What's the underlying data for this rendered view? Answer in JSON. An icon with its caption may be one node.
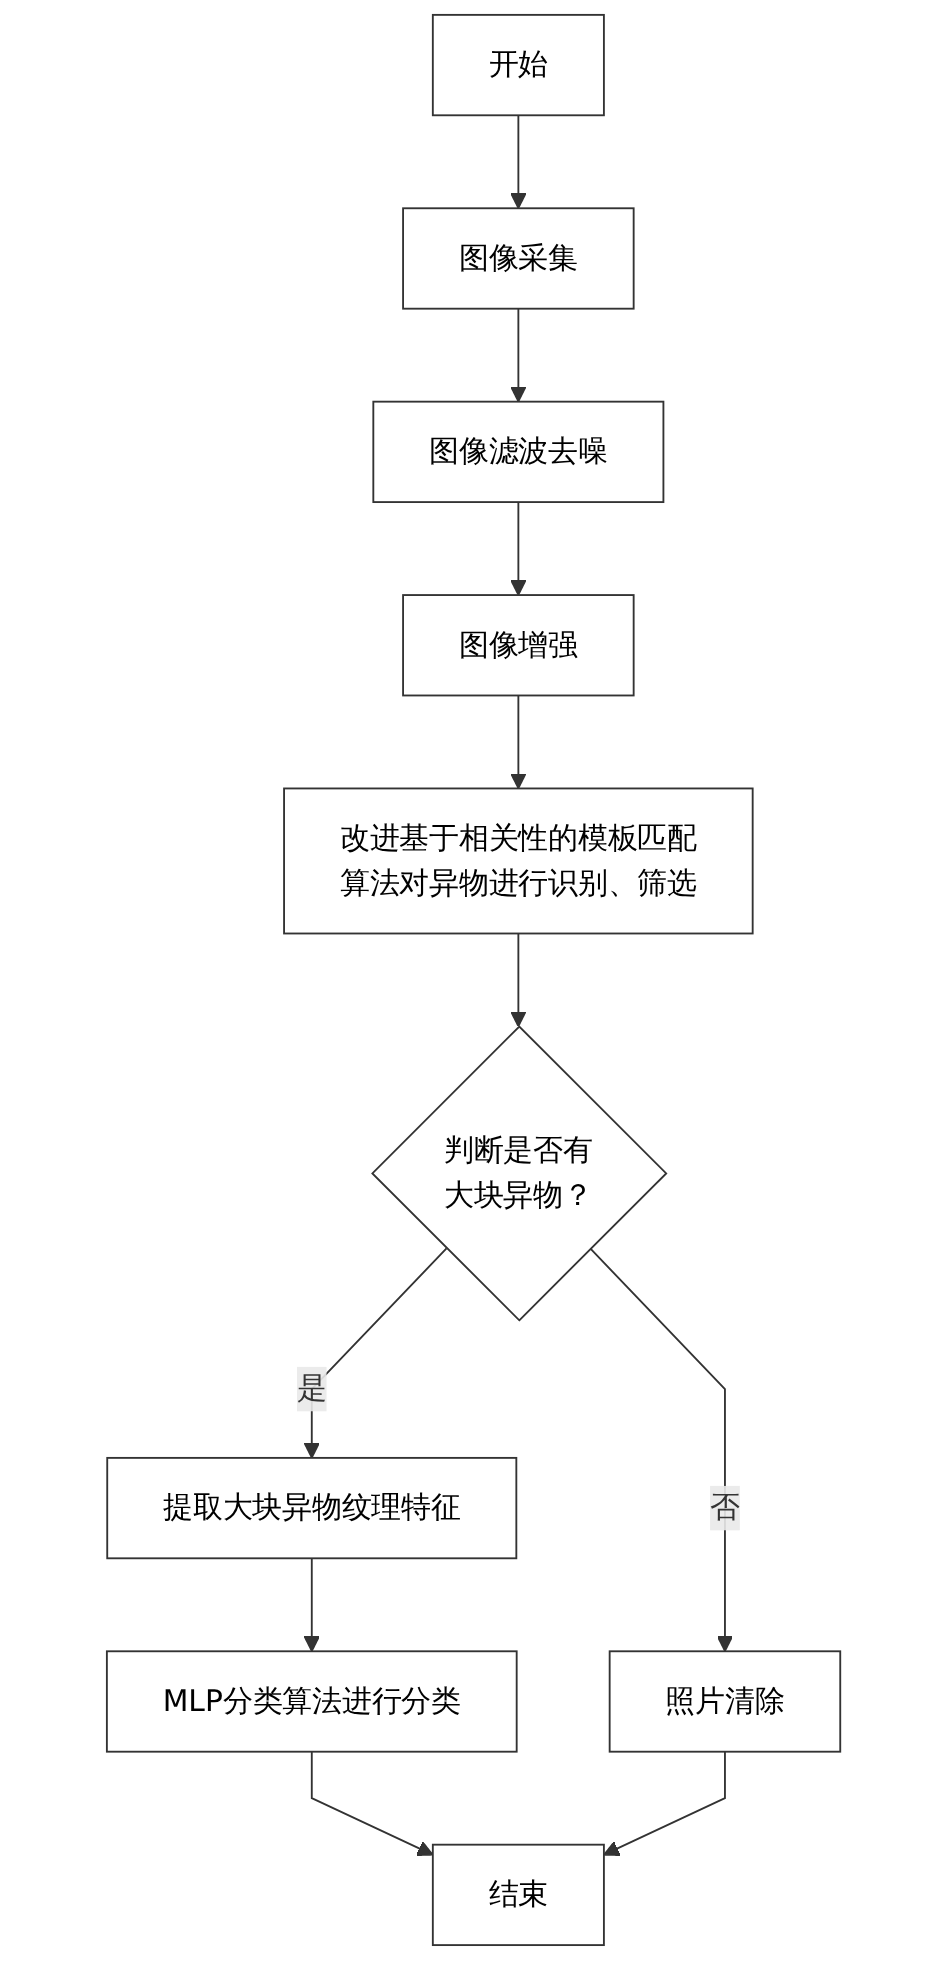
{
  "diagram": {
    "nodes": [
      {
        "text": [
          "开始"
        ]
      },
      {
        "text": [
          "图像采集"
        ]
      },
      {
        "text": [
          "图像滤波去噪"
        ]
      },
      {
        "text": [
          "图像增强"
        ]
      },
      {
        "text": [
          "改进基于相关性的模板匹配算法对异物进行识别、筛选"
        ]
      },
      {
        "text": [
          "判断是否有大块异物？"
        ]
      },
      {
        "text": [
          "提取大块异物纹理特征"
        ]
      },
      {
        "text": [
          "MLP分类算法进行分类"
        ]
      },
      {
        "text": [
          "照片清除"
        ]
      },
      {
        "text": [
          "结束"
        ]
      }
    ],
    "edges": [
      {
        "from": 0,
        "to": 1,
        "arrow": "to"
      },
      {
        "from": 1,
        "to": 2,
        "arrow": "to"
      },
      {
        "from": 2,
        "to": 3,
        "arrow": "to"
      },
      {
        "from": 3,
        "to": 4,
        "arrow": "to"
      },
      {
        "from": 4,
        "to": 5,
        "arrow": "to"
      },
      {
        "from": 5,
        "to": 6,
        "arrow": "to",
        "label": "是"
      },
      {
        "from": 5,
        "to": 8,
        "arrow": "to",
        "label": "否"
      },
      {
        "from": 6,
        "to": 7,
        "arrow": "to"
      },
      {
        "from": 7,
        "to": 9,
        "arrow": "to"
      },
      {
        "from": 8,
        "to": 9,
        "arrow": "to"
      }
    ]
  }
}
